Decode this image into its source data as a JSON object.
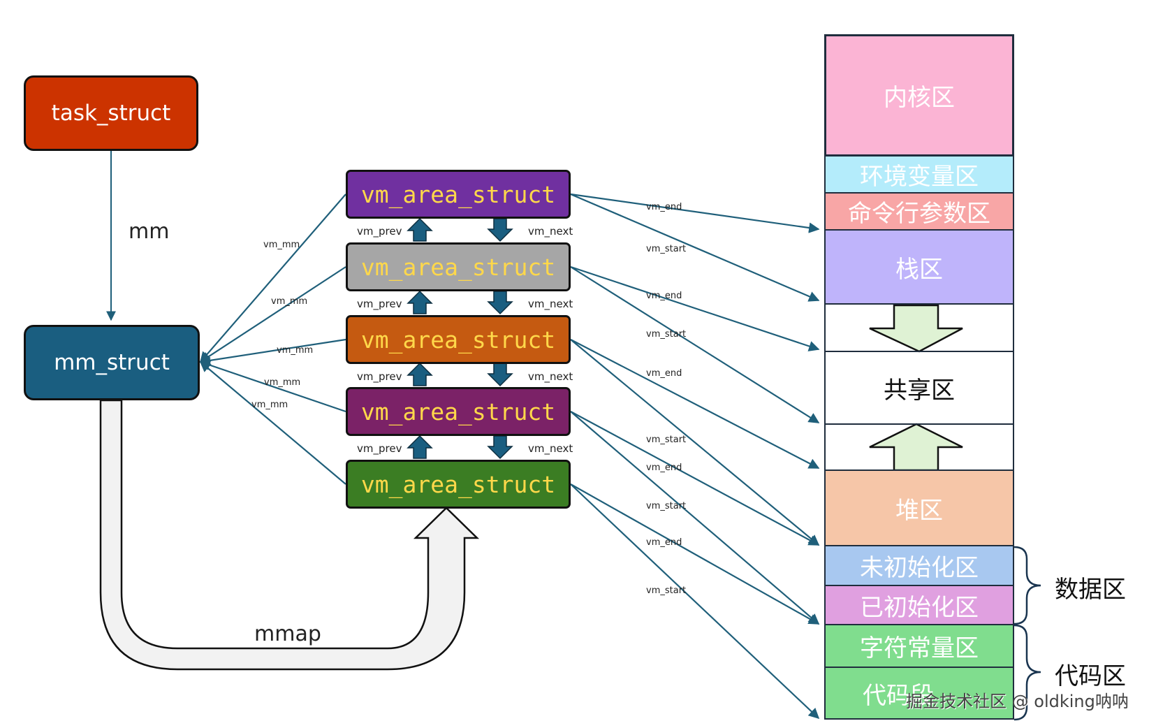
{
  "nodes": {
    "task_struct": "task_struct",
    "mm_struct": "mm_struct",
    "vma": [
      "vm_area_struct",
      "vm_area_struct",
      "vm_area_struct",
      "vm_area_struct",
      "vm_area_struct"
    ]
  },
  "edge_labels": {
    "mm": "mm",
    "mmap": "mmap",
    "vm_mm": "vm_mm",
    "vm_prev": "vm_prev",
    "vm_next": "vm_next",
    "vm_start": "vm_start",
    "vm_end": "vm_end"
  },
  "memory_layout": {
    "segments": [
      "内核区",
      "环境变量区",
      "命令行参数区",
      "栈区",
      "",
      "共享区",
      "",
      "堆区",
      "未初始化区",
      "已初始化区",
      "字符常量区",
      "代码段"
    ]
  },
  "groups": {
    "data": "数据区",
    "code": "代码区"
  },
  "colors": {
    "task_struct": "#cc3300",
    "mm_struct": "#1a5e80",
    "vma": [
      "#7030a0",
      "#a6a6a6",
      "#c55a11",
      "#7b2267",
      "#3b7d23"
    ],
    "link": "#1f5f7a",
    "segments": [
      "#fbb4d4",
      "#b4ecfb",
      "#f8a6a6",
      "#bfb4fb",
      "#ffffff",
      "#ffffff",
      "#ffffff",
      "#f6c6a8",
      "#a8c8f0",
      "#e0a0e0",
      "#80dd8e",
      "#80dd8e"
    ]
  },
  "watermark": "掘金技术社区 @ oldking呐呐"
}
